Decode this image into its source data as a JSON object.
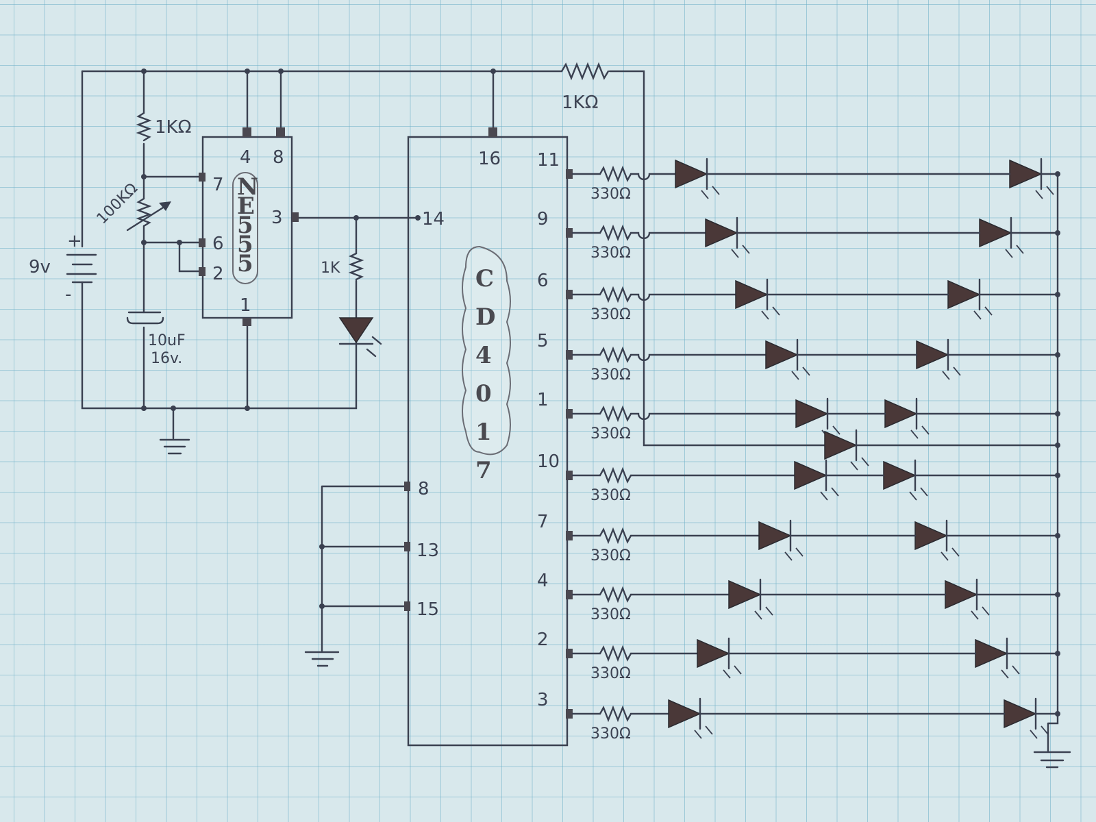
{
  "diagram": {
    "title": "NE555 + CD4017 LED chaser schematic (hand-drawn)",
    "colors": {
      "paper": "#d8e8ec",
      "grid": "#6eafc8",
      "ink": "#3a4050",
      "led_fill": "#4a3838"
    },
    "battery": {
      "label": "9v",
      "plus": "+",
      "minus": "-"
    },
    "r1": {
      "label": "1KΩ"
    },
    "pot": {
      "label": "100KΩ"
    },
    "cap": {
      "value": "10uF",
      "voltage": "16v."
    },
    "ne555": {
      "name": "NE555",
      "letters": [
        "N",
        "E",
        "5",
        "5",
        "5"
      ],
      "pins": {
        "p4": "4",
        "p8": "8",
        "p7": "7",
        "p6": "6",
        "p2": "2",
        "p3": "3",
        "p1": "1"
      }
    },
    "indicator": {
      "resistor": "1K"
    },
    "cd4017": {
      "name": "CD4017",
      "letters": [
        "C",
        "D",
        "4",
        "0",
        "1",
        "7"
      ],
      "pins": {
        "p16": "16",
        "p14": "14",
        "p8": "8",
        "p13": "13",
        "p15": "15"
      },
      "outputs": [
        "11",
        "9",
        "6",
        "5",
        "1",
        "10",
        "7",
        "4",
        "2",
        "3"
      ]
    },
    "r_top": {
      "label": "1KΩ"
    },
    "led_resistor": {
      "label": "330Ω"
    }
  }
}
